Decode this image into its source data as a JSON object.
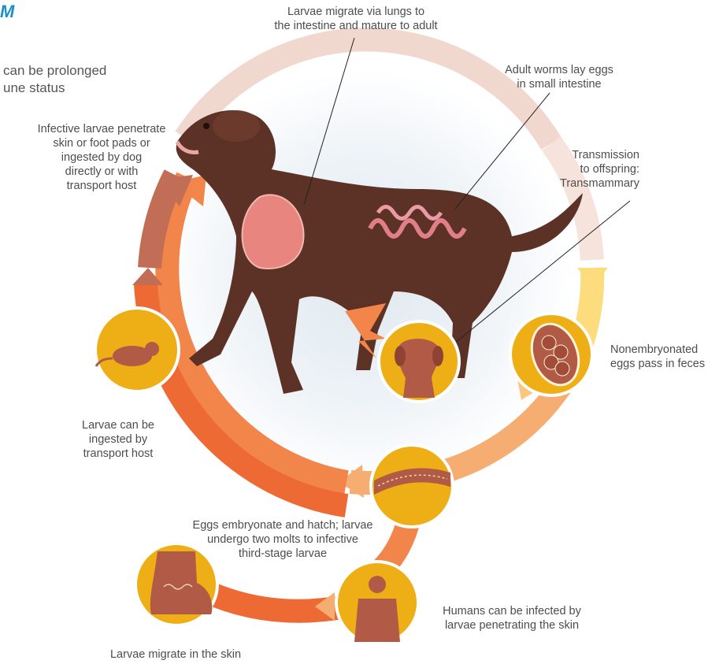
{
  "heading": "M",
  "intro_text": "can be prolonged\nune status",
  "labels": {
    "lungs_to_intestine": "Larvae migrate via lungs to\nthe intestine and mature to adult",
    "adult_eggs": "Adult worms lay eggs\nin small intestine",
    "transmission": "Transmission\nto offspring:\nTransmammary",
    "infective_larvae": "Infective larvae penetrate\nskin or foot pads or\ningested by dog\ndirectly or with\ntransport host",
    "nonembryonated": "Nonembryonated\neggs pass in feces",
    "transport_host": "Larvae can be\ningested by\ntransport host",
    "embryonate": "Eggs embryonate and hatch; larvae\nundergo two molts to infective\nthird-stage larvae",
    "humans": "Humans can be infected by\nlarvae penetrating the skin",
    "skin_migration": "Larvae migrate in the skin"
  },
  "icons": {
    "rodent": "rodent-icon",
    "puppy": "puppy-icon",
    "egg": "egg-icon",
    "larvae_segment": "larvae-icon",
    "human": "human-icon",
    "foot": "foot-icon",
    "dog": "dog-illustration"
  },
  "colors": {
    "ring_pale": "#f1d8cf",
    "ring_orange": "#f2854a",
    "ring_dark_orange": "#ee6a35",
    "ring_rust": "#c26d55",
    "ring_light_orange": "#f6ad72",
    "ring_yellow": "#fddc7e",
    "icon_gold": "#eeae16",
    "icon_brown": "#b15a45",
    "dog_brown": "#5d3226",
    "heading_blue": "#1a8fc4"
  }
}
